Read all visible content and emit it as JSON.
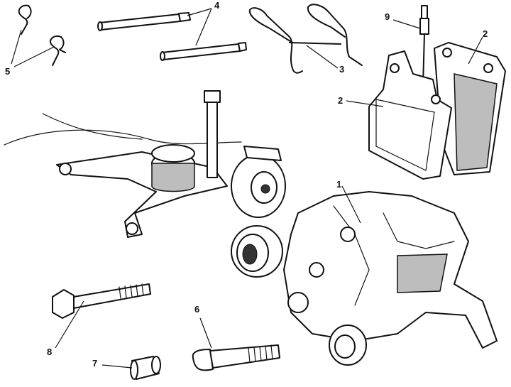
{
  "callouts": {
    "c1": "1",
    "c2a": "2",
    "c2b": "2",
    "c3": "3",
    "c4": "4",
    "c5": "5",
    "c6": "6",
    "c7": "7",
    "c8": "8",
    "c9": "9"
  },
  "colors": {
    "ink": "#111111",
    "paper": "#ffffff",
    "shade": "#bdbdbd"
  }
}
